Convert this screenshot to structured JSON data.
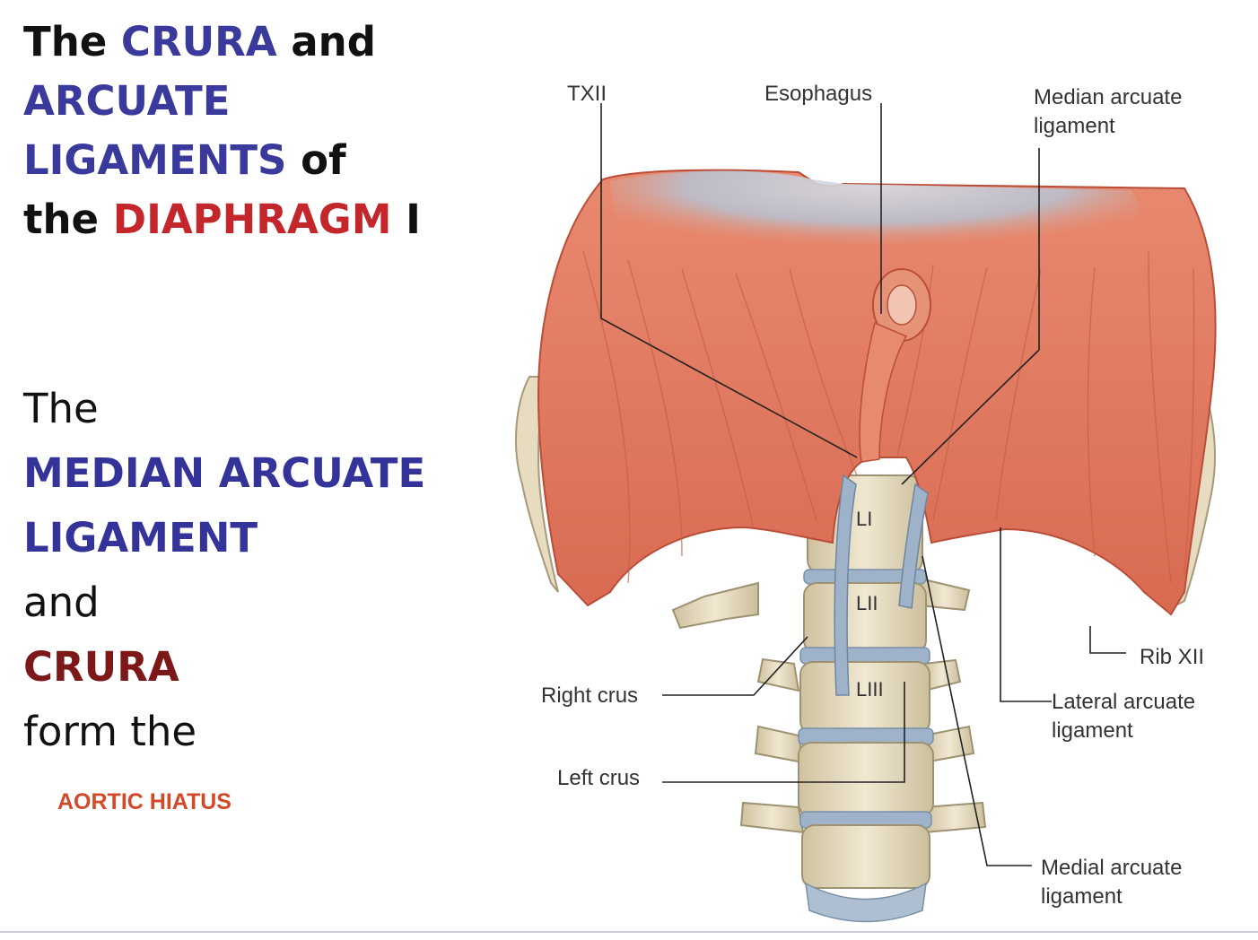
{
  "title": {
    "part1": "The ",
    "crura": "CRURA",
    "part2": " and",
    "arcuate": "ARCUATE",
    "ligaments": "LIGAMENTS",
    "part3": " of",
    "part4": "the ",
    "diaphragm": "DIAPHRAGM",
    "part5": " I"
  },
  "body": {
    "the": "The",
    "median_arcuate": "MEDIAN ARCUATE",
    "ligament": "LIGAMENT",
    "and": "and",
    "crura": "CRURA",
    "form_the": "form the"
  },
  "aortic_hiatus": "AORTIC HIATUS",
  "figure": {
    "labels": {
      "txii": "TXII",
      "esophagus": "Esophagus",
      "median_arcuate_1": "Median arcuate",
      "median_arcuate_2": "ligament",
      "rib_xii": "Rib XII",
      "lateral_arcuate_1": "Lateral arcuate",
      "lateral_arcuate_2": "ligament",
      "medial_arcuate_1": "Medial arcuate",
      "medial_arcuate_2": "ligament",
      "right_crus": "Right crus",
      "left_crus": "Left crus"
    },
    "vertebrae": {
      "l1": "LI",
      "l2": "LII",
      "l3": "LIII"
    }
  },
  "colors": {
    "title_blue": "#3a3a9c",
    "title_red": "#c4272b",
    "crura_dark_red": "#7d1818",
    "aortic_orange_red": "#d34a2a",
    "muscle": "#e07a62",
    "tendon": "#aab3c4",
    "bone": "#e7dcc0"
  }
}
